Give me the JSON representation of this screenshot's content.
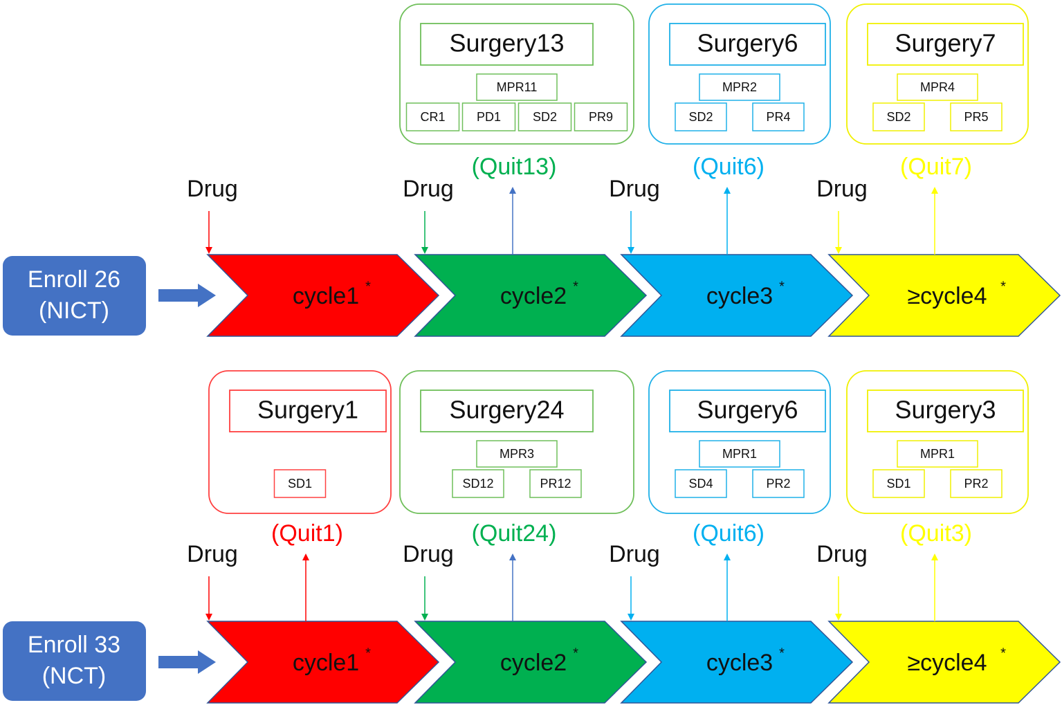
{
  "colors": {
    "red": "#ff0000",
    "green": "#00b050",
    "blue": "#00b0f0",
    "yellow": "#ffff00",
    "enroll_fill": "#4472c4",
    "arrow_blue": "#4472c4",
    "box_red": "#ff4040",
    "box_green": "#6fbf5a",
    "box_blue": "#1fb0e8",
    "box_yellow": "#f0f000",
    "green_text": "#00b050",
    "blue_text": "#00b0f0",
    "yellow_text": "#ffff00",
    "red_text": "#ff0000"
  },
  "rows": [
    {
      "enroll": {
        "line1": "Enroll 26",
        "line2": "(NICT)"
      },
      "cycles": [
        {
          "label": "cycle1",
          "sup": "*",
          "color": "red",
          "drug": "Drug",
          "quit": "",
          "quit_line_color": ""
        },
        {
          "label": "cycle2",
          "sup": "*",
          "color": "green",
          "drug": "Drug",
          "quit": "(Quit13)",
          "quit_line_color": "arrow_blue"
        },
        {
          "label": "cycle3",
          "sup": "*",
          "color": "blue",
          "drug": "Drug",
          "quit": "(Quit6)",
          "quit_line_color": "blue"
        },
        {
          "label": "≥cycle4",
          "sup": "*",
          "color": "yellow",
          "drug": "Drug",
          "quit": "(Quit7)",
          "quit_line_color": "yellow"
        }
      ],
      "panels": [
        null,
        {
          "surgery": "Surgery13",
          "mid": "MPR11",
          "leaves": [
            "CR1",
            "PD1",
            "SD2",
            "PR9"
          ],
          "color": "green"
        },
        {
          "surgery": "Surgery6",
          "mid": "MPR2",
          "leaves": [
            "SD2",
            "PR4"
          ],
          "color": "blue"
        },
        {
          "surgery": "Surgery7",
          "mid": "MPR4",
          "leaves": [
            "SD2",
            "PR5"
          ],
          "color": "yellow"
        }
      ]
    },
    {
      "enroll": {
        "line1": "Enroll 33",
        "line2": "(NCT)"
      },
      "cycles": [
        {
          "label": "cycle1",
          "sup": "*",
          "color": "red",
          "drug": "Drug",
          "quit": "(Quit1)",
          "quit_line_color": "red"
        },
        {
          "label": "cycle2",
          "sup": "*",
          "color": "green",
          "drug": "Drug",
          "quit": "(Quit24)",
          "quit_line_color": "arrow_blue"
        },
        {
          "label": "cycle3",
          "sup": "*",
          "color": "blue",
          "drug": "Drug",
          "quit": "(Quit6)",
          "quit_line_color": "blue"
        },
        {
          "label": "≥cycle4",
          "sup": "*",
          "color": "yellow",
          "drug": "Drug",
          "quit": "(Quit3)",
          "quit_line_color": "yellow"
        }
      ],
      "panels": [
        {
          "surgery": "Surgery1",
          "mid": "",
          "leaves": [
            "SD1"
          ],
          "color": "red"
        },
        {
          "surgery": "Surgery24",
          "mid": "MPR3",
          "leaves": [
            "SD12",
            "PR12"
          ],
          "color": "green"
        },
        {
          "surgery": "Surgery6",
          "mid": "MPR1",
          "leaves": [
            "SD4",
            "PR2"
          ],
          "color": "blue"
        },
        {
          "surgery": "Surgery3",
          "mid": "MPR1",
          "leaves": [
            "SD1",
            "PR2"
          ],
          "color": "yellow"
        }
      ]
    }
  ]
}
